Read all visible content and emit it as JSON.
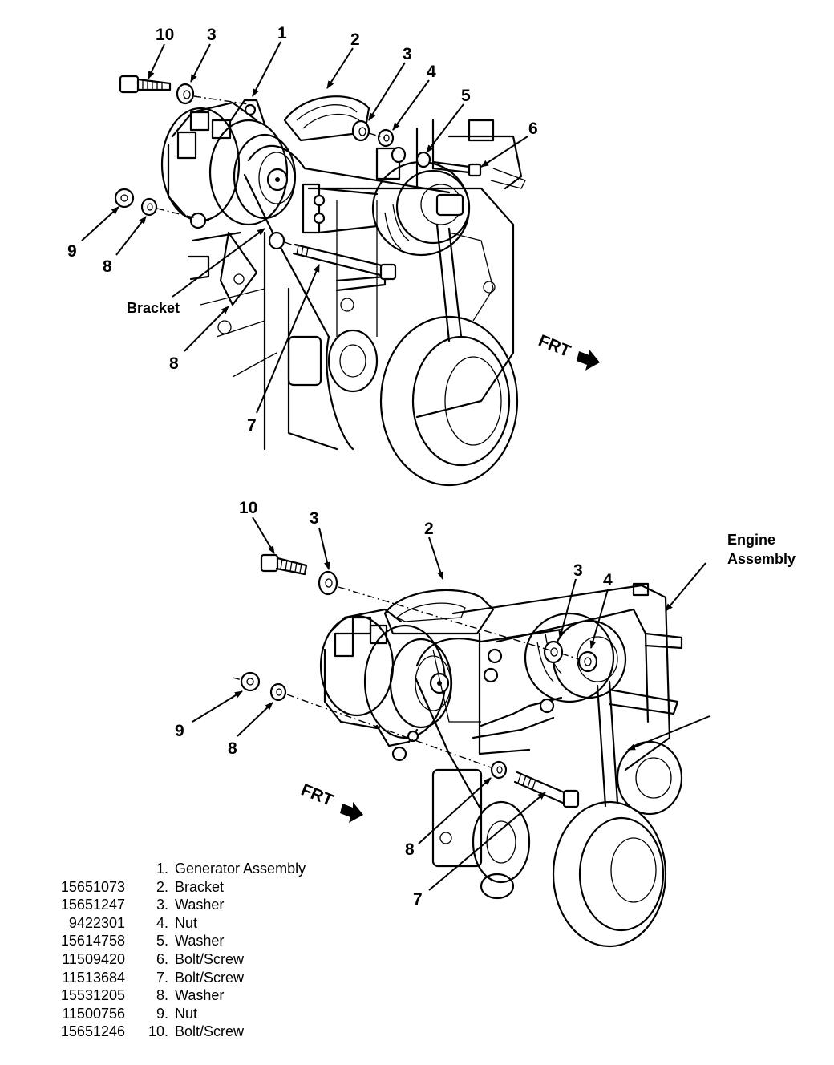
{
  "top_view": {
    "callouts": [
      "10",
      "3",
      "1",
      "2",
      "3",
      "4",
      "5",
      "6",
      "9",
      "8",
      "8",
      "7"
    ],
    "bracket_label": "Bracket",
    "frt_label": "FRT"
  },
  "bottom_view": {
    "callouts": [
      "10",
      "3",
      "2",
      "3",
      "4",
      "9",
      "8",
      "8",
      "7"
    ],
    "engine_label_line1": "Engine",
    "engine_label_line2": "Assembly",
    "frt_label": "FRT"
  },
  "legend": [
    {
      "part_no": "",
      "index": "1.",
      "name": "Generator Assembly"
    },
    {
      "part_no": "15651073",
      "index": "2.",
      "name": "Bracket"
    },
    {
      "part_no": "15651247",
      "index": "3.",
      "name": "Washer"
    },
    {
      "part_no": "9422301",
      "index": "4.",
      "name": "Nut"
    },
    {
      "part_no": "15614758",
      "index": "5.",
      "name": "Washer"
    },
    {
      "part_no": "11509420",
      "index": "6.",
      "name": "Bolt/Screw"
    },
    {
      "part_no": "11513684",
      "index": "7.",
      "name": "Bolt/Screw"
    },
    {
      "part_no": "15531205",
      "index": "8.",
      "name": "Washer"
    },
    {
      "part_no": "11500756",
      "index": "9.",
      "name": "Nut"
    },
    {
      "part_no": "15651246",
      "index": "10.",
      "name": "Bolt/Screw"
    }
  ]
}
